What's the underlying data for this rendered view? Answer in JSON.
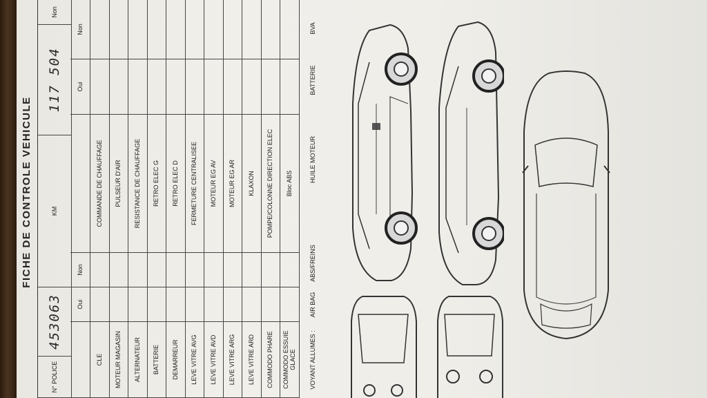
{
  "form": {
    "title": "FICHE DE CONTROLE VEHICULE",
    "police_label": "N° POLICE",
    "police_value": "453063",
    "km_label": "KM",
    "km_value": "117 504",
    "oui": "Oui",
    "non": "Non",
    "left_items": [
      "CLE",
      "MOTEUR MAGASIN",
      "ALTERNATEUR",
      "BATTERIE",
      "DEMARREUR",
      "LEVE VITRE AVG",
      "LEVE VITRE AVD",
      "LEVE VITRE ARG",
      "LEVE VITRE ARD",
      "COMMODO PHARE",
      "COMMODO ESSUIE GLACE"
    ],
    "right_items": [
      "COMMANDE DE CHAUFFAGE",
      "PULSEUR D'AIR",
      "RESISTANCE DE CHAUFFAGE",
      "RETRO ELEC G",
      "RETRO ELEC D",
      "FERMETURE CENTRALISEE",
      "MOTEUR EG AV",
      "MOTEUR EG AR",
      "KLAXON",
      "POMPE/COLONNE DIRECTION ELEC",
      "Bloc ABS"
    ],
    "voyant_label": "VOYANT ALLUMES :",
    "voyants": [
      "AIR BAG",
      "ABS/FREINS",
      "HUILE MOTEUR",
      "BATTERIE",
      "BVA"
    ]
  }
}
